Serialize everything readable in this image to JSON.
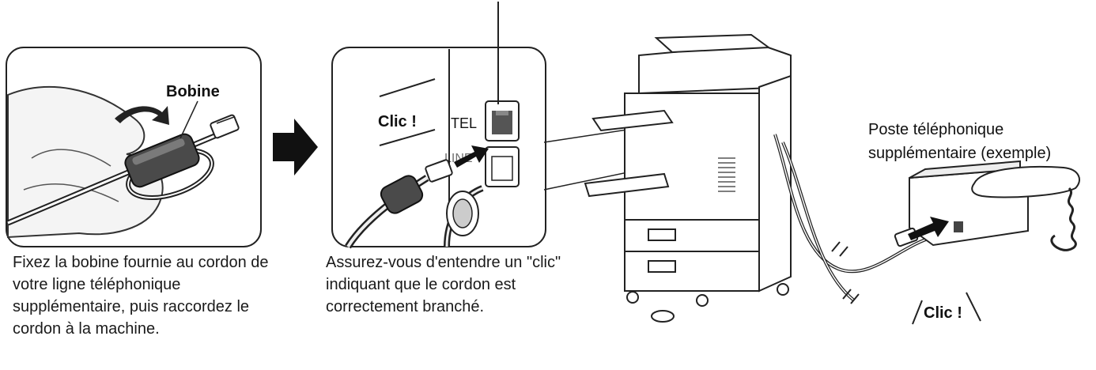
{
  "panel1": {
    "bobine_label": "Bobine",
    "caption": "Fixez la bobine fournie au cordon de votre ligne téléphonique supplémentaire, puis raccordez le cordon à la machine."
  },
  "panel2": {
    "click_label": "Clic !",
    "tel_jack_label": "TEL",
    "line_jack_label": "LINE",
    "caption": "Assurez-vous d'entendre un \"clic\" indiquant que le cordon est correctement branché."
  },
  "phone": {
    "label_line1": "Poste téléphonique",
    "label_line2": "supplémentaire (exemple)",
    "click_label": "Clic !"
  }
}
